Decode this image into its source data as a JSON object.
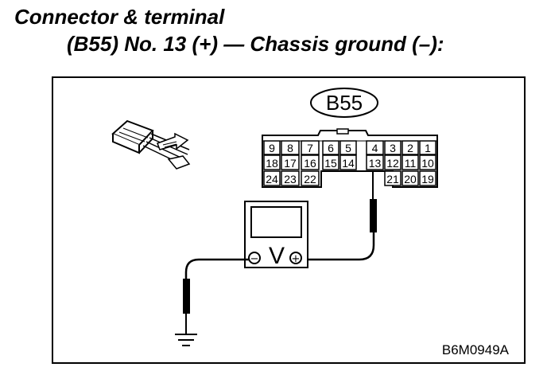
{
  "heading": {
    "line1": "Connector & terminal",
    "line2": "(B55) No. 13 (+) — Chassis ground (–):"
  },
  "connector": {
    "label": "B55",
    "pins_row1": [
      "9",
      "8",
      "7",
      "6",
      "5",
      "4",
      "3",
      "2",
      "1"
    ],
    "pins_row2": [
      "18",
      "17",
      "16",
      "15",
      "14",
      "13",
      "12",
      "11",
      "10"
    ],
    "pins_row3": [
      "24",
      "23",
      "22",
      "21",
      "20",
      "19"
    ]
  },
  "meter": {
    "symbol": "V",
    "negative": "−",
    "positive": "+"
  },
  "figure_code": "B6M0949A"
}
